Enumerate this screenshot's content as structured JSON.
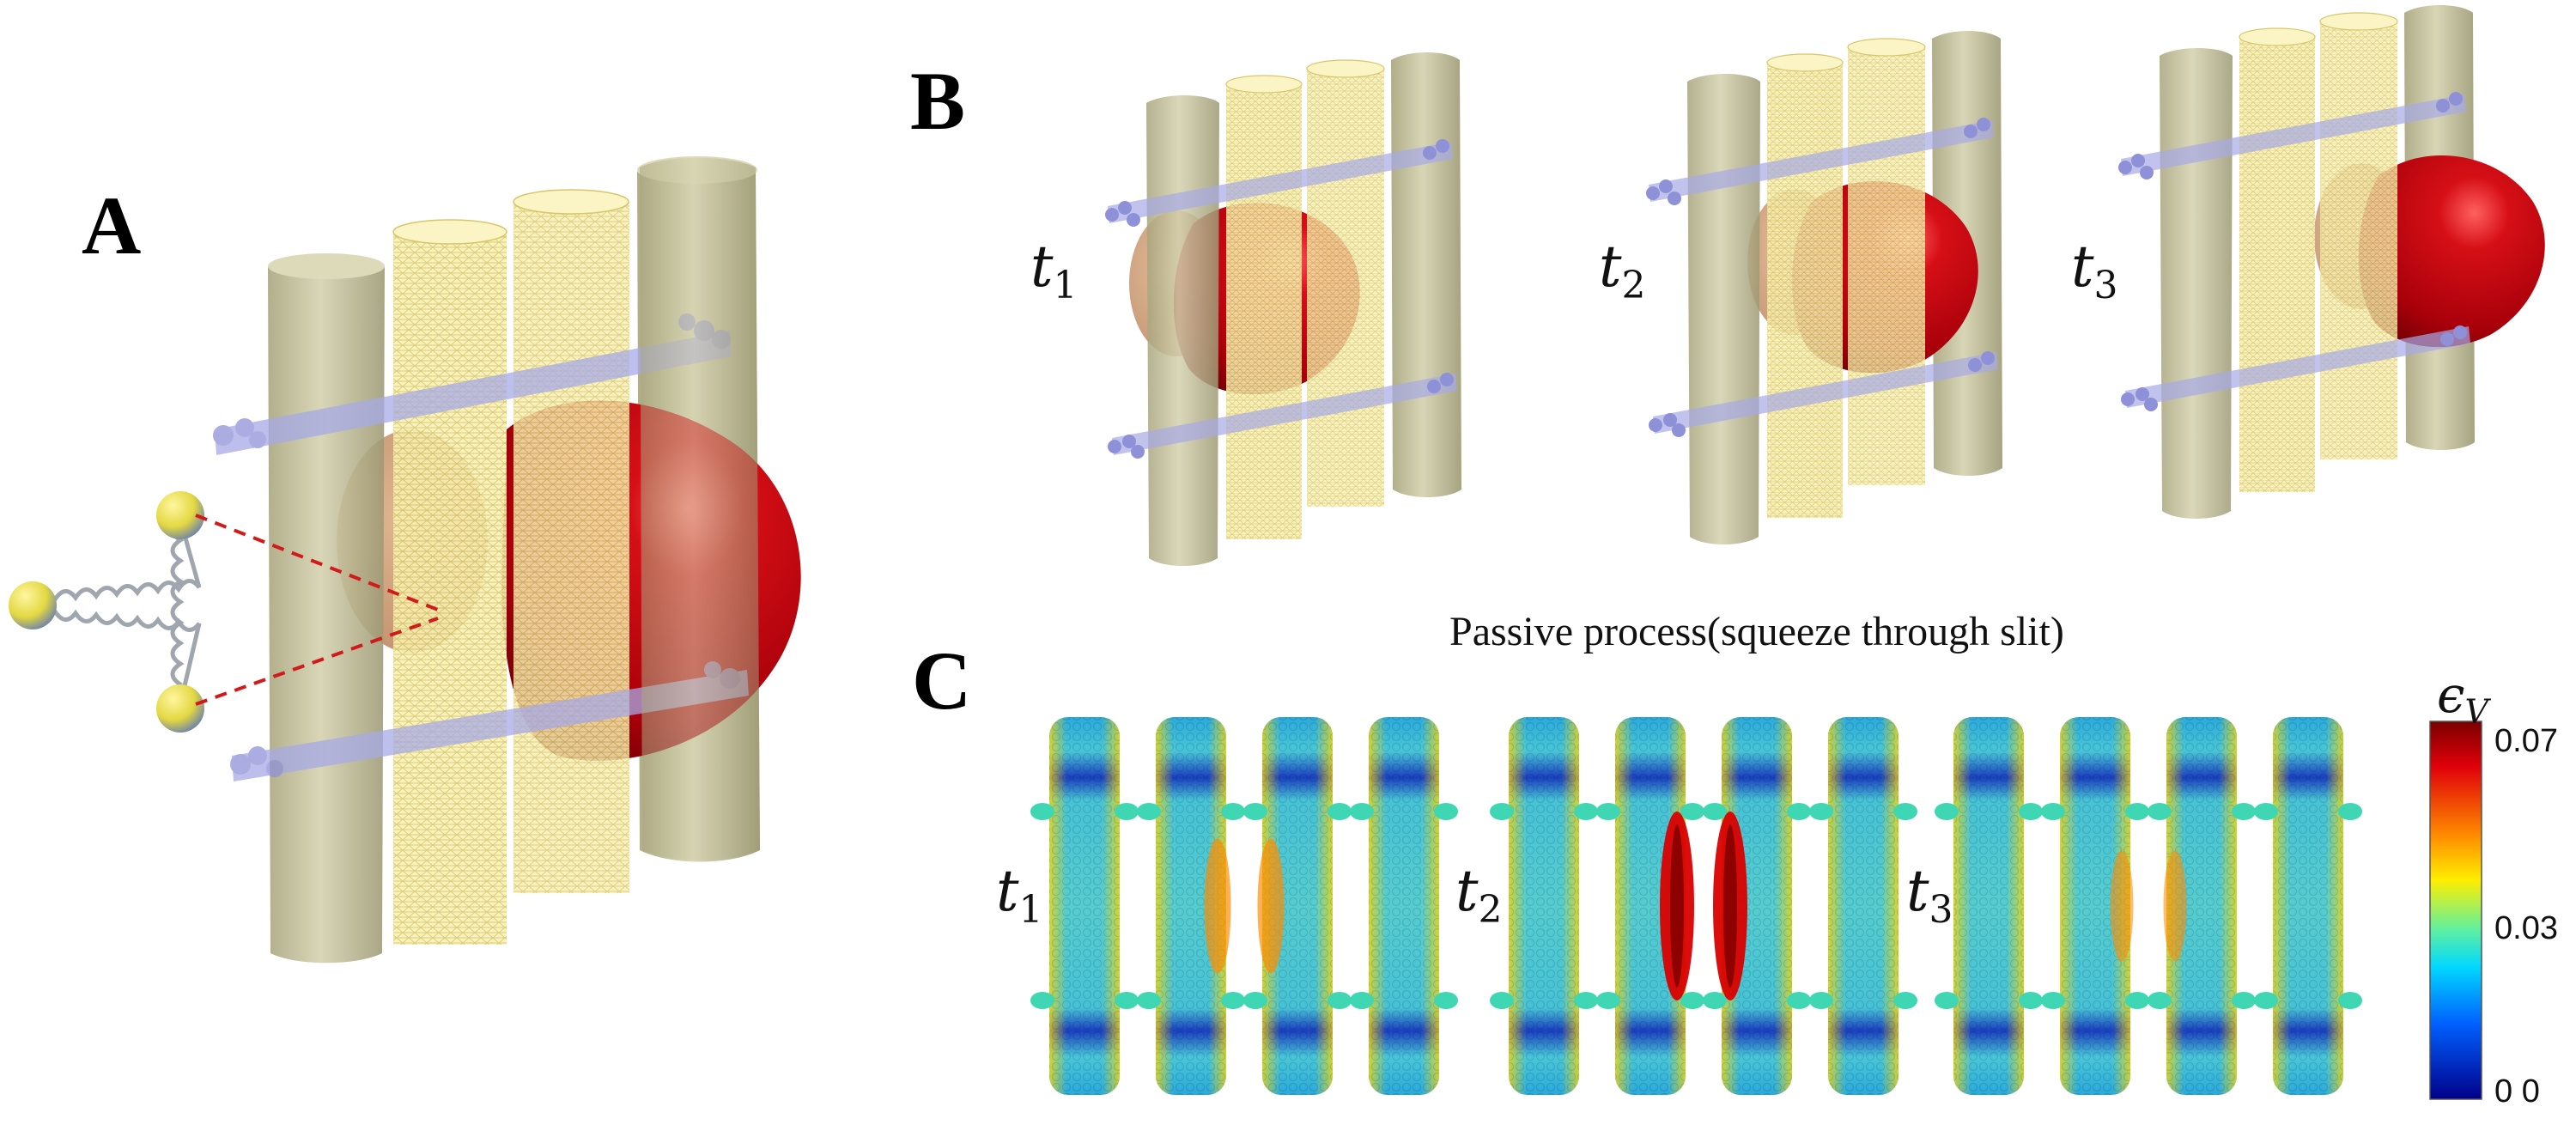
{
  "panels": {
    "a_label": "A",
    "b_label": "B",
    "c_label": "C"
  },
  "panel_b": {
    "times": [
      {
        "t": "t",
        "sub": "1"
      },
      {
        "t": "t",
        "sub": "2"
      },
      {
        "t": "t",
        "sub": "3"
      }
    ]
  },
  "panel_c": {
    "caption": "Passive process(squeeze through slit)",
    "times": [
      {
        "t": "t",
        "sub": "1"
      },
      {
        "t": "t",
        "sub": "2"
      },
      {
        "t": "t",
        "sub": "3"
      }
    ],
    "colorbar": {
      "symbol": "ϵ",
      "symbol_sub": "V",
      "ticks": [
        "0.07",
        "0.03",
        "0 0"
      ]
    }
  },
  "colors": {
    "cell_red": "#c4000c",
    "pillar_olive": "#c9c6a0",
    "mesh_yellow": "#f6eda6",
    "strut_blue": "#a7a9e6",
    "node_yellow": "#e6dd4a",
    "node_blue": "#5d76b8"
  }
}
